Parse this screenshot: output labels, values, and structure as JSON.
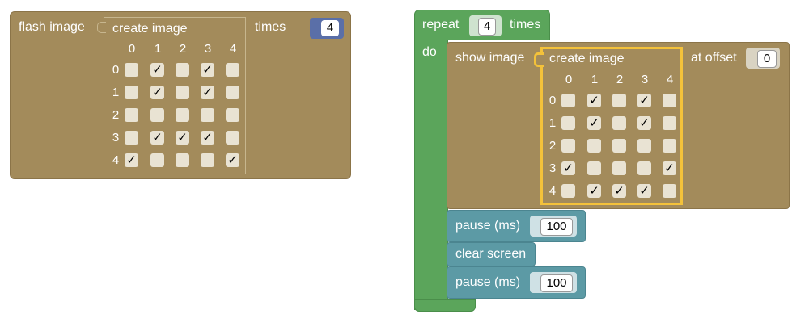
{
  "flash": {
    "label": "flash image",
    "create_label": "create image",
    "times_label": "times",
    "times_value": "4",
    "columns": [
      "0",
      "1",
      "2",
      "3",
      "4"
    ],
    "rows": [
      "0",
      "1",
      "2",
      "3",
      "4"
    ],
    "grid": [
      [
        false,
        true,
        false,
        true,
        false
      ],
      [
        false,
        true,
        false,
        true,
        false
      ],
      [
        false,
        false,
        false,
        false,
        false
      ],
      [
        false,
        true,
        true,
        true,
        false
      ],
      [
        true,
        false,
        false,
        false,
        true
      ]
    ]
  },
  "repeat": {
    "label": "repeat",
    "count": "4",
    "times_label": "times",
    "do_label": "do",
    "show": {
      "label": "show image",
      "create_label": "create image",
      "offset_label": "at offset",
      "offset_value": "0",
      "columns": [
        "0",
        "1",
        "2",
        "3",
        "4"
      ],
      "rows": [
        "0",
        "1",
        "2",
        "3",
        "4"
      ],
      "grid": [
        [
          false,
          true,
          false,
          true,
          false
        ],
        [
          false,
          true,
          false,
          true,
          false
        ],
        [
          false,
          false,
          false,
          false,
          false
        ],
        [
          true,
          false,
          false,
          false,
          true
        ],
        [
          false,
          true,
          true,
          true,
          false
        ]
      ]
    },
    "pause1": {
      "label": "pause (ms)",
      "value": "100"
    },
    "clear": {
      "label": "clear screen"
    },
    "pause2": {
      "label": "pause (ms)",
      "value": "100"
    }
  },
  "check_glyph": "✓",
  "colors": {
    "basic": "#a38b5b",
    "loops": "#5ba55b",
    "pause": "#5c9aa5",
    "selected": "#f4c23a",
    "number_socket": "#5a6fa8"
  }
}
